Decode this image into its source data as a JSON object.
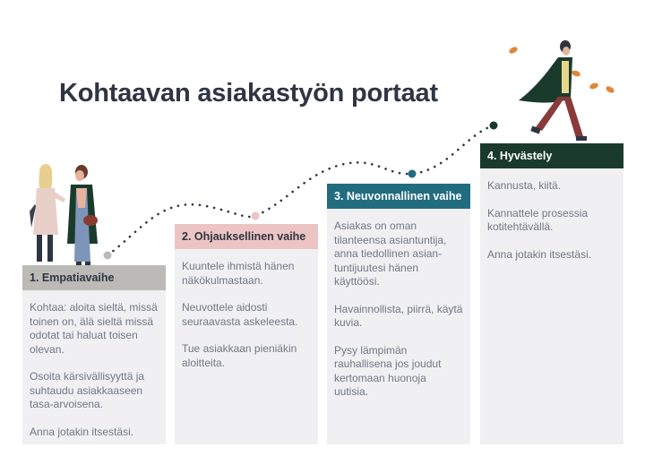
{
  "title": "Kohtaavan asiakastyön portaat",
  "steps": [
    {
      "header": "1. Empatiavaihe",
      "paragraphs": [
        "Kohtaa: aloita sieltä, missä toinen on, älä sieltä missä odotat tai haluat toisen olevan.",
        "Osoita kärsivällisyyttä ja suhtaudu asiakkaaseen tasa-arvoisena.",
        "Anna jotakin itsestäsi."
      ]
    },
    {
      "header": "2. Ohjauksellinen vaihe",
      "paragraphs": [
        "Kuuntele ihmistä hänen näkökulmastaan.",
        "Neuvottele aidosti seuraavasta askeleesta.",
        "Tue asiakkaan pieniäkin aloitteita."
      ]
    },
    {
      "header": "3. Neuvonnallinen vaihe",
      "paragraphs": [
        "Asiakas on oman tilanteensa asiantuntija, anna tiedollinen asian-tuntijuutesi hänen käyttöösi.",
        "Havainnollista, piirrä, käytä kuvia.",
        "Pysy lämpimän rauhallisena jos joudut kertomaan huonoja uutisia."
      ]
    },
    {
      "header": "4. Hyvästely",
      "paragraphs": [
        "Kannusta, kiitä.",
        "Kannattele prosessia kotitehtävällä.",
        "Anna jotakin itsestäsi."
      ]
    }
  ],
  "colors": {
    "title": "#2f3542",
    "body_text": "#717786",
    "panel": "#f0f0f2",
    "step1_header": "#bcbab6",
    "step2_header": "#ecc4c4",
    "step3_header": "#226c80",
    "step4_header": "#1a3b2c",
    "path_dots": "#2f3542"
  },
  "illustrations": [
    "two-women-walking-illustration",
    "man-walking-with-leaves-illustration"
  ]
}
